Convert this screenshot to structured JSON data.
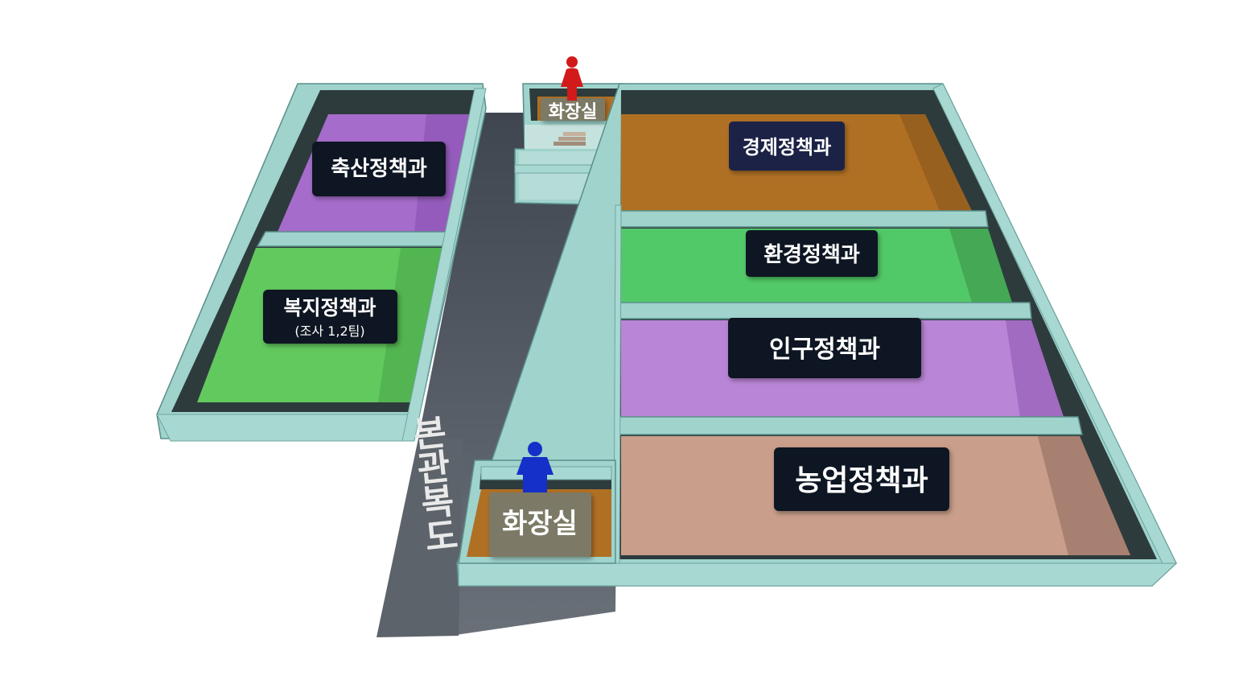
{
  "rooms": {
    "livestock": {
      "label": "축산정책과",
      "color": "#a66ccc"
    },
    "welfare": {
      "label": "복지정책과",
      "sublabel": "(조사 1,2팀)",
      "color": "#62c95e"
    },
    "economy": {
      "label": "경제정책과",
      "color": "#b07024"
    },
    "environment": {
      "label": "환경정책과",
      "color": "#52c968"
    },
    "population": {
      "label": "인구정책과",
      "color": "#b985d6"
    },
    "agriculture": {
      "label": "농업정책과",
      "color": "#c99e8a"
    }
  },
  "restrooms": {
    "top": {
      "label": "화장실",
      "person_color": "#d21a1a",
      "person_icon": "female-person-icon"
    },
    "bottom": {
      "label": "화장실",
      "person_color": "#1530c8",
      "person_icon": "male-person-icon"
    }
  },
  "corridor": {
    "label_chars": [
      "본",
      "관",
      "복",
      "도"
    ]
  },
  "colors": {
    "wall": "#9fd3cc",
    "corridor": "#505862",
    "label_bg": "#0f1422",
    "label_bg_blue": "#1a2244"
  }
}
